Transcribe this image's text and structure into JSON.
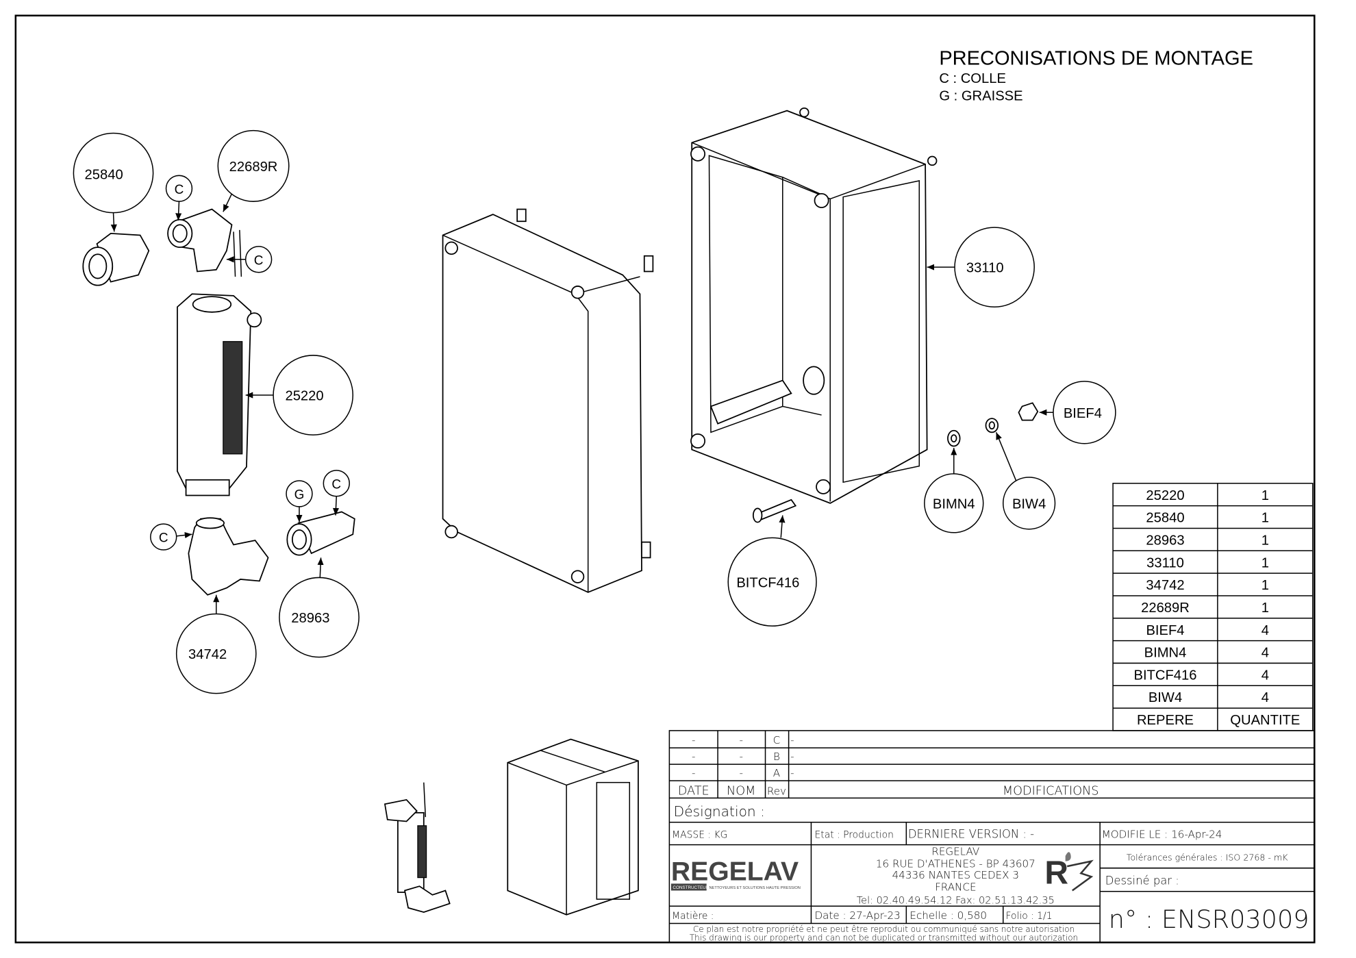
{
  "notes": {
    "title": "PRECONISATIONS DE MONTAGE",
    "line1": "C : COLLE",
    "line2": "G : GRAISSE"
  },
  "balloons": {
    "b25840": "25840",
    "b22689R": "22689R",
    "b25220": "25220",
    "b34742": "34742",
    "b28963": "28963",
    "b33110": "33110",
    "bBITCF416": "BITCF416",
    "bBIMN4": "BIMN4",
    "bBIW4": "BIW4",
    "bBIEF4": "BIEF4",
    "c": "C",
    "g": "G"
  },
  "bom": {
    "header": {
      "repere": "REPERE",
      "quantite": "QUANTITE"
    },
    "rows": [
      {
        "repere": "25220",
        "qty": "1"
      },
      {
        "repere": "25840",
        "qty": "1"
      },
      {
        "repere": "28963",
        "qty": "1"
      },
      {
        "repere": "33110",
        "qty": "1"
      },
      {
        "repere": "34742",
        "qty": "1"
      },
      {
        "repere": "22689R",
        "qty": "1"
      },
      {
        "repere": "BIEF4",
        "qty": "4"
      },
      {
        "repere": "BIMN4",
        "qty": "4"
      },
      {
        "repere": "BITCF416",
        "qty": "4"
      },
      {
        "repere": "BIW4",
        "qty": "4"
      }
    ]
  },
  "title_block": {
    "revisions": [
      {
        "date": "-",
        "nom": "-",
        "rev": "C",
        "mod": "-"
      },
      {
        "date": "-",
        "nom": "-",
        "rev": "B",
        "mod": "-"
      },
      {
        "date": "-",
        "nom": "-",
        "rev": "A",
        "mod": "-"
      }
    ],
    "rev_header": {
      "date": "DATE",
      "nom": "NOM",
      "rev": "Rev",
      "mod": "MODIFICATIONS"
    },
    "designation": "Désignation :",
    "masse": "MASSE :   KG",
    "etat": "Etat : Production",
    "derniere_version": "DERNIERE VERSION : -",
    "modifie_le": "MODIFIE LE : 16-Apr-24",
    "logo_text": "REGELAV",
    "logo_sub1": "CONSTRUCTEUR",
    "logo_sub2": "NETTOYEURS ET SOLUTIONS HAUTE PRESSION",
    "company": {
      "name": "REGELAV",
      "address1": "16 RUE D'ATHENES - BP 43607",
      "address2": "44336 NANTES CEDEX 3",
      "country": "FRANCE",
      "phone": "Tel:   02.40.49.54.12   Fax:   02.51.13.42.35"
    },
    "tolerances": "Tolérances générales : ISO 2768 - mK",
    "dessine_par": "Dessiné par :",
    "matiere": "Matière :",
    "date": "Date : 27-Apr-23",
    "echelle": "Echelle : 0,580",
    "folio": "Folio : 1/1",
    "numero": "n° : ENSR03009",
    "disclaimer1": "Ce plan est notre propriété et ne peut être reproduit ou communiqué sans notre autorisation",
    "disclaimer2": "This drawing is our property and can not be duplicated or transmitted without our autorization"
  }
}
